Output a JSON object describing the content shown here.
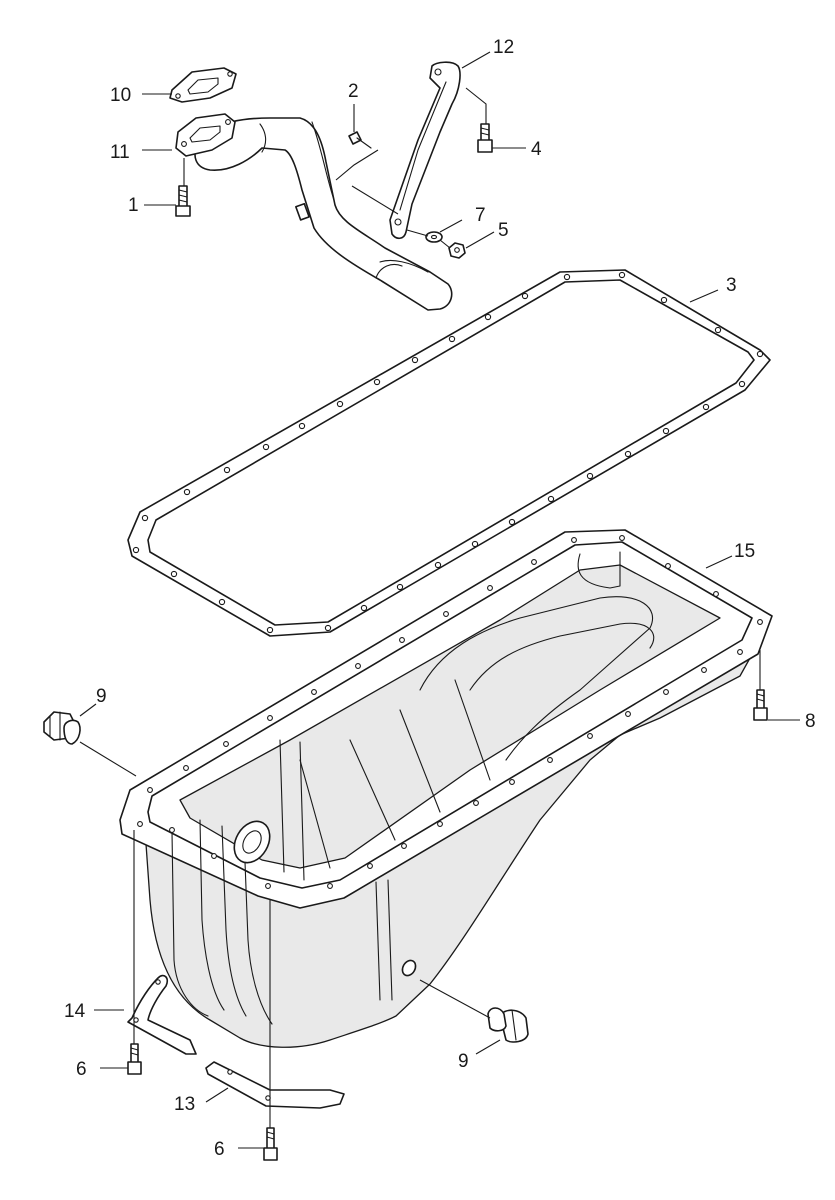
{
  "diagram": {
    "callouts": [
      {
        "id": "c1",
        "label": "1"
      },
      {
        "id": "c2",
        "label": "2"
      },
      {
        "id": "c3",
        "label": "3"
      },
      {
        "id": "c4",
        "label": "4"
      },
      {
        "id": "c5",
        "label": "5"
      },
      {
        "id": "c6a",
        "label": "6"
      },
      {
        "id": "c6b",
        "label": "6"
      },
      {
        "id": "c7",
        "label": "7"
      },
      {
        "id": "c8",
        "label": "8"
      },
      {
        "id": "c9a",
        "label": "9"
      },
      {
        "id": "c9b",
        "label": "9"
      },
      {
        "id": "c10",
        "label": "10"
      },
      {
        "id": "c11",
        "label": "11"
      },
      {
        "id": "c12",
        "label": "12"
      },
      {
        "id": "c13",
        "label": "13"
      },
      {
        "id": "c14",
        "label": "14"
      },
      {
        "id": "c15",
        "label": "15"
      }
    ]
  }
}
